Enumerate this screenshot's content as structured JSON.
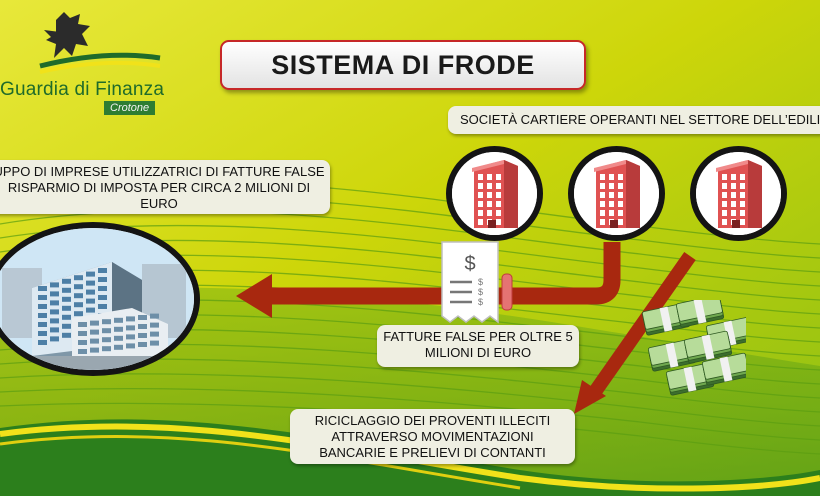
{
  "logo": {
    "name": "Guardia di Finanza",
    "city": "Crotone"
  },
  "title": "SISTEMA DI FRODE",
  "labels": {
    "societa": "SOCIETÀ CARTIERE OPERANTI NEL SETTORE DELL’EDILIZIA",
    "gruppo": [
      "UPPO DI IMPRESE UTILIZZATRICI DI FATTURE FALSE",
      "RISPARMIO DI IMPOSTA PER CIRCA 2 MILIONI DI",
      "EURO"
    ],
    "fatture": [
      "FATTURE FALSE PER OLTRE 5",
      "MILIONI DI EURO"
    ],
    "riciclaggio": [
      "RICICLAGGIO DEI PROVENTI ILLECITI",
      "ATTRAVERSO MOVIMENTAZIONI",
      "BANCARIE E PRELIEVI DI CONTANTI"
    ]
  },
  "icons": {
    "logo": "griffin-logo",
    "headquarters": "office-building-icon",
    "companies": "apartment-building-icon",
    "invoice": "invoice-dollar-icon",
    "cash": "cash-stack-icon",
    "arrows": "arrow-icon"
  },
  "colors": {
    "background_yellow": "#d6d800",
    "background_green": "#6dab16",
    "arrow_red": "#a8280f",
    "title_border": "#c62828",
    "logo_green": "#1f6b2a",
    "building_red": "#e05252"
  }
}
